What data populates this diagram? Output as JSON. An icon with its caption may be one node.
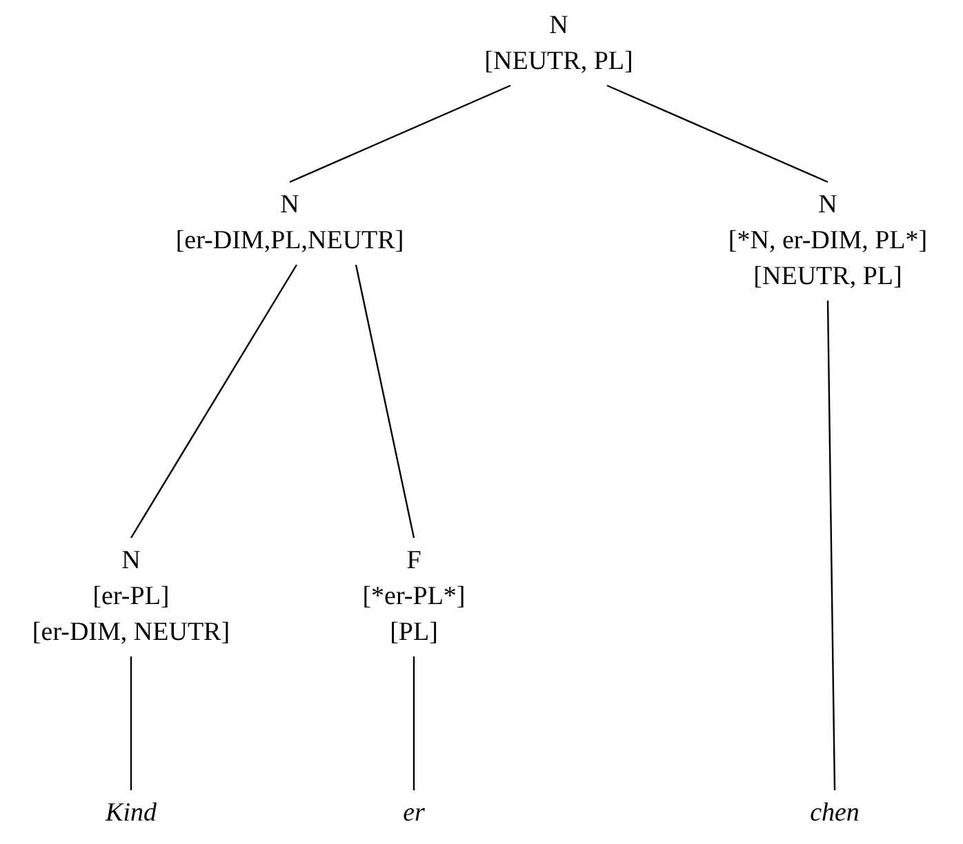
{
  "diagram": {
    "nodes": [
      {
        "text": [
          "N",
          "[NEUTR, PL]"
        ]
      },
      {
        "text": [
          "N",
          "[er-DIM,PL,NEUTR]"
        ]
      },
      {
        "text": [
          "N",
          "[*N, er-DIM, PL*]",
          "[NEUTR, PL]"
        ]
      },
      {
        "text": [
          "N",
          "[er-PL]",
          "[er-DIM, NEUTR]"
        ]
      },
      {
        "text": [
          "F",
          "[*er-PL*]",
          "[PL]"
        ]
      },
      {
        "text": [
          "Kind"
        ]
      },
      {
        "text": [
          "er"
        ]
      },
      {
        "text": [
          "chen"
        ]
      }
    ],
    "edges": [
      {
        "from": 0,
        "to": 1,
        "arrow": "none"
      },
      {
        "from": 0,
        "to": 2,
        "arrow": "none"
      },
      {
        "from": 1,
        "to": 3,
        "arrow": "none"
      },
      {
        "from": 1,
        "to": 4,
        "arrow": "none"
      },
      {
        "from": 3,
        "to": 5,
        "arrow": "none"
      },
      {
        "from": 4,
        "to": 6,
        "arrow": "none"
      },
      {
        "from": 2,
        "to": 7,
        "arrow": "none"
      }
    ]
  }
}
